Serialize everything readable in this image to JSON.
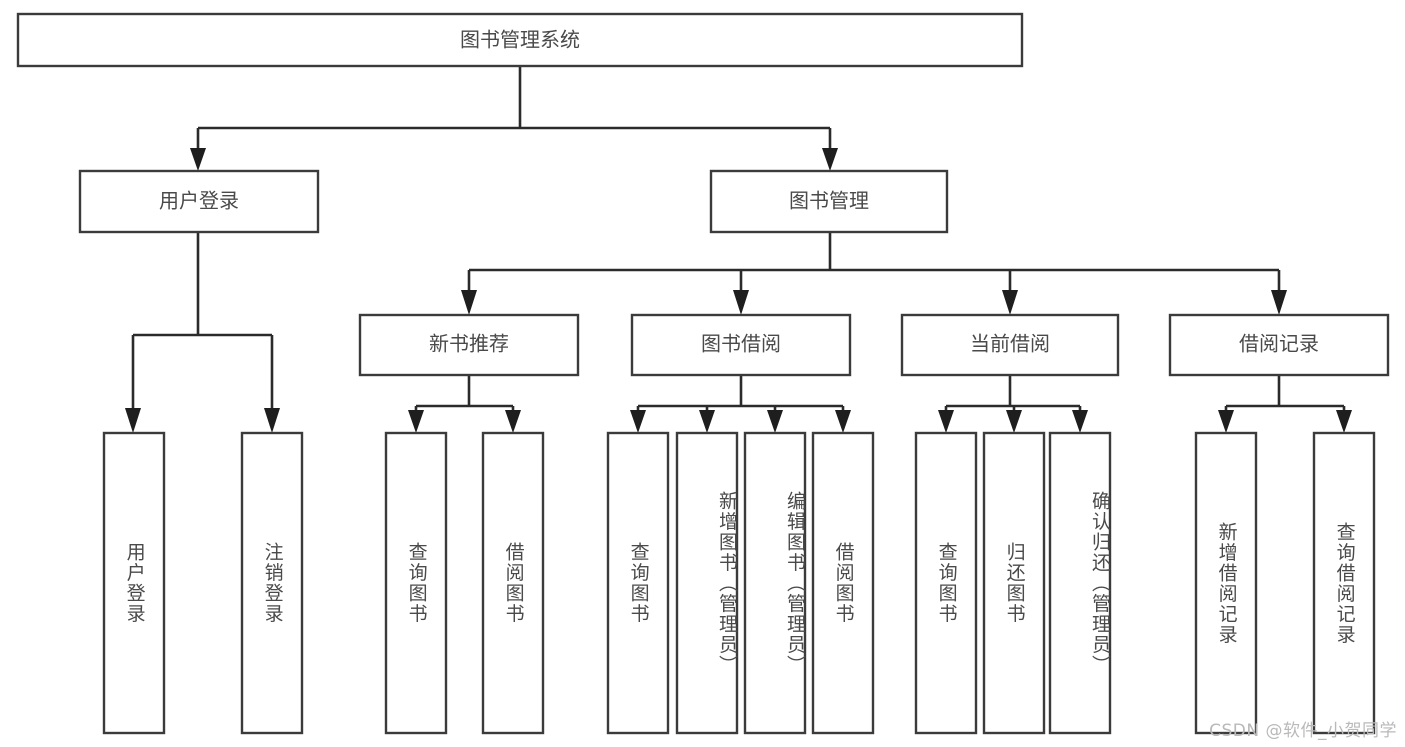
{
  "diagram": {
    "title_node": {
      "label": "图书管理系统"
    },
    "level2": [
      {
        "id": "user-login",
        "label": "用户登录"
      },
      {
        "id": "book-management",
        "label": "图书管理"
      }
    ],
    "level3": [
      {
        "id": "new-book-recommend",
        "label": "新书推荐"
      },
      {
        "id": "book-borrow",
        "label": "图书借阅"
      },
      {
        "id": "current-borrow",
        "label": "当前借阅"
      },
      {
        "id": "borrow-record",
        "label": "借阅记录"
      }
    ],
    "leaves": [
      {
        "id": "leaf-user-login",
        "label": "用户登录"
      },
      {
        "id": "leaf-logout-login",
        "label": "注销登录"
      },
      {
        "id": "leaf-query-book-1",
        "label": "查询图书"
      },
      {
        "id": "leaf-borrow-book-1",
        "label": "借阅图书"
      },
      {
        "id": "leaf-query-book-2",
        "label": "查询图书"
      },
      {
        "id": "leaf-add-book-admin",
        "label": "新增图书（管理员）"
      },
      {
        "id": "leaf-edit-book-admin",
        "label": "编辑图书（管理员）"
      },
      {
        "id": "leaf-borrow-book-2",
        "label": "借阅图书"
      },
      {
        "id": "leaf-query-book-3",
        "label": "查询图书"
      },
      {
        "id": "leaf-return-book",
        "label": "归还图书"
      },
      {
        "id": "leaf-confirm-return-admin",
        "label": "确认归还（管理员）"
      },
      {
        "id": "leaf-add-borrow-record",
        "label": "新增借阅记录"
      },
      {
        "id": "leaf-query-borrow-record",
        "label": "查询借阅记录"
      }
    ],
    "watermark": "CSDN @软件_小贺同学",
    "colors": {
      "box_stroke": "#3b3b3b",
      "connector": "#2b2b2b",
      "text": "#4a4a4a",
      "background": "#ffffff",
      "watermark": "#b9b9b9"
    }
  }
}
